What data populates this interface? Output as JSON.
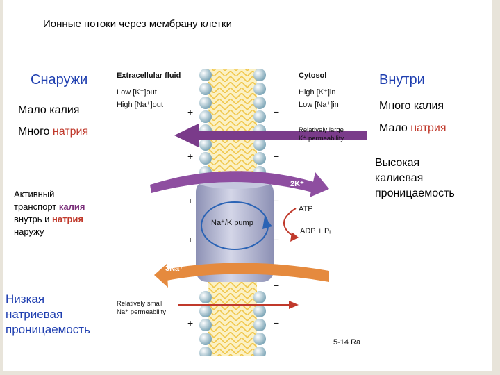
{
  "title": "Ионные потоки через мембрану клетки",
  "left": {
    "heading": "Снаружи",
    "potassium": {
      "word1": "Мало",
      "word2": "калия"
    },
    "sodium": {
      "word1": "Много",
      "word2": "натрия"
    },
    "active": {
      "line1": "Активный",
      "line2a": "транспорт ",
      "line2b": "калия",
      "line3": "внутрь и ",
      "line3b": "натрия",
      "line4": "наружу"
    },
    "low_na_perm": {
      "line1": "Низкая",
      "line2": "натриевая",
      "line3": "проницаемость"
    }
  },
  "right": {
    "heading": "Внутри",
    "potassium": {
      "word1": "Много",
      "word2": "калия"
    },
    "sodium": {
      "word1": "Мало",
      "word2": "натрия"
    },
    "high_k_perm": {
      "line1": "Высокая",
      "line2": "калиевая",
      "line3": "проницаемость"
    }
  },
  "figure": {
    "ecf_title": "Extracellular fluid",
    "ecf_k": "Low [K⁺]out",
    "ecf_na": "High [Na⁺]out",
    "cyto_title": "Cytosol",
    "cyto_k": "High [K⁺]in",
    "cyto_na": "Low [Na⁺]in",
    "k_perm_line1": "Relatively large",
    "k_perm_line2": "K⁺ permeability",
    "pump_label": "Na⁺/K pump",
    "k_arrow_label": "2K⁺",
    "na_arrow_label": "3Na⁺",
    "atp": "ATP",
    "adp": "ADP + Pᵢ",
    "na_perm_line1": "Relatively small",
    "na_perm_line2": "Na⁺ permeability",
    "plus": "+",
    "minus": "−",
    "figure_ref": "5-14 Ra"
  },
  "colors": {
    "heading_blue": "#1f3fb0",
    "sodium_red": "#c0392b",
    "k_arrow": "#7a3b8a",
    "na_arrow": "#e07a30",
    "pump": "#a8acc8"
  }
}
